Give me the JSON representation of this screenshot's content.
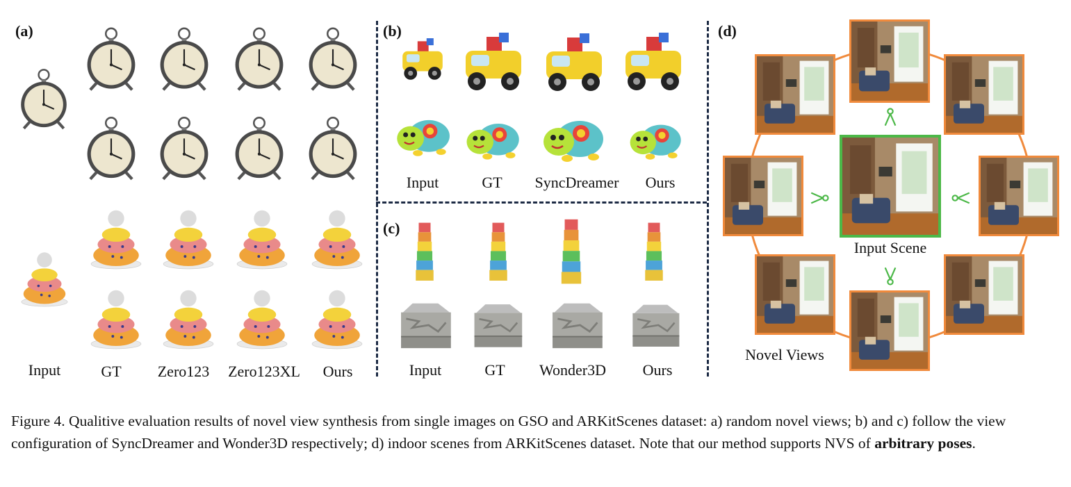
{
  "figure": {
    "panels": {
      "a": {
        "label": "(a)",
        "columns": [
          "Input",
          "GT",
          "Zero123",
          "Zero123XL",
          "Ours"
        ]
      },
      "b": {
        "label": "(b)",
        "columns": [
          "Input",
          "GT",
          "SyncDreamer",
          "Ours"
        ]
      },
      "c": {
        "label": "(c)",
        "columns": [
          "Input",
          "GT",
          "Wonder3D",
          "Ours"
        ]
      },
      "d": {
        "label": "(d)",
        "input_label": "Input Scene",
        "novel_label": "Novel Views"
      }
    },
    "caption": {
      "prefix": "Figure 4.  Qualitive evaluation results of novel view synthesis from single images on GSO and ARKitScenes dataset: a) random novel views; b) and c) follow the view configuration of SyncDreamer and Wonder3D respectively; d) indoor scenes from ARKitScenes dataset. Note that our method supports NVS of ",
      "bold": "arbitrary poses",
      "suffix": "."
    }
  },
  "colors": {
    "divider": "#1c2a44",
    "view_frame": "#f08a3c",
    "input_frame": "#4cb848",
    "camera_icon": "#4cb848"
  }
}
